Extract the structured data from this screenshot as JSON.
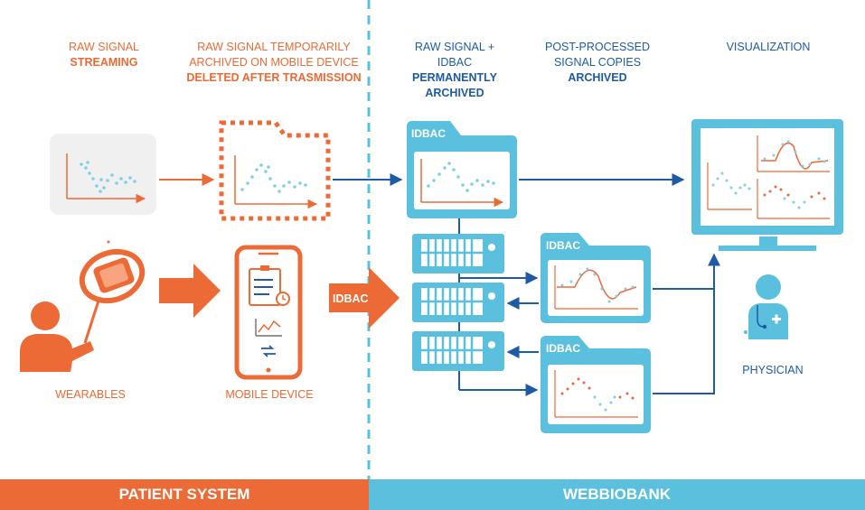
{
  "colors": {
    "orange": "#ec6a36",
    "cyan": "#5bc0de",
    "navy": "#1f5aa6",
    "light_gray": "#f0f0f0"
  },
  "stages": {
    "raw_streaming": {
      "line1": "RAW SIGNAL",
      "line2": "STREAMING"
    },
    "temp_archived": {
      "line1": "RAW SIGNAL TEMPORARILY",
      "line2": "ARCHIVED ON MOBILE DEVICE",
      "line3": "DELETED AFTER TRASMISSION"
    },
    "perm_archived": {
      "line1": "RAW SIGNAL +",
      "line2": "IDBAC",
      "line3": "PERMANENTLY",
      "line4": "ARCHIVED"
    },
    "post_processed": {
      "line1": "POST-PROCESSED",
      "line2": "SIGNAL COPIES",
      "line3": "ARCHIVED"
    },
    "visualization": {
      "line1": "VISUALIZATION"
    }
  },
  "labels": {
    "wearables": "WEARABLES",
    "mobile_device": "MOBILE DEVICE",
    "physician": "PHYSICIAN",
    "idbac_arrow": "IDBAC",
    "folder_tag": "IDBAC"
  },
  "bands": {
    "patient_system": "PATIENT SYSTEM",
    "webbiobank": "WEBBIOBANK"
  },
  "icons": {
    "wearable": "wrist-band-icon",
    "mobile": "smartphone-icon",
    "server": "server-rack-icon",
    "folder": "folder-icon",
    "monitor": "monitor-icon",
    "physician": "doctor-icon"
  }
}
